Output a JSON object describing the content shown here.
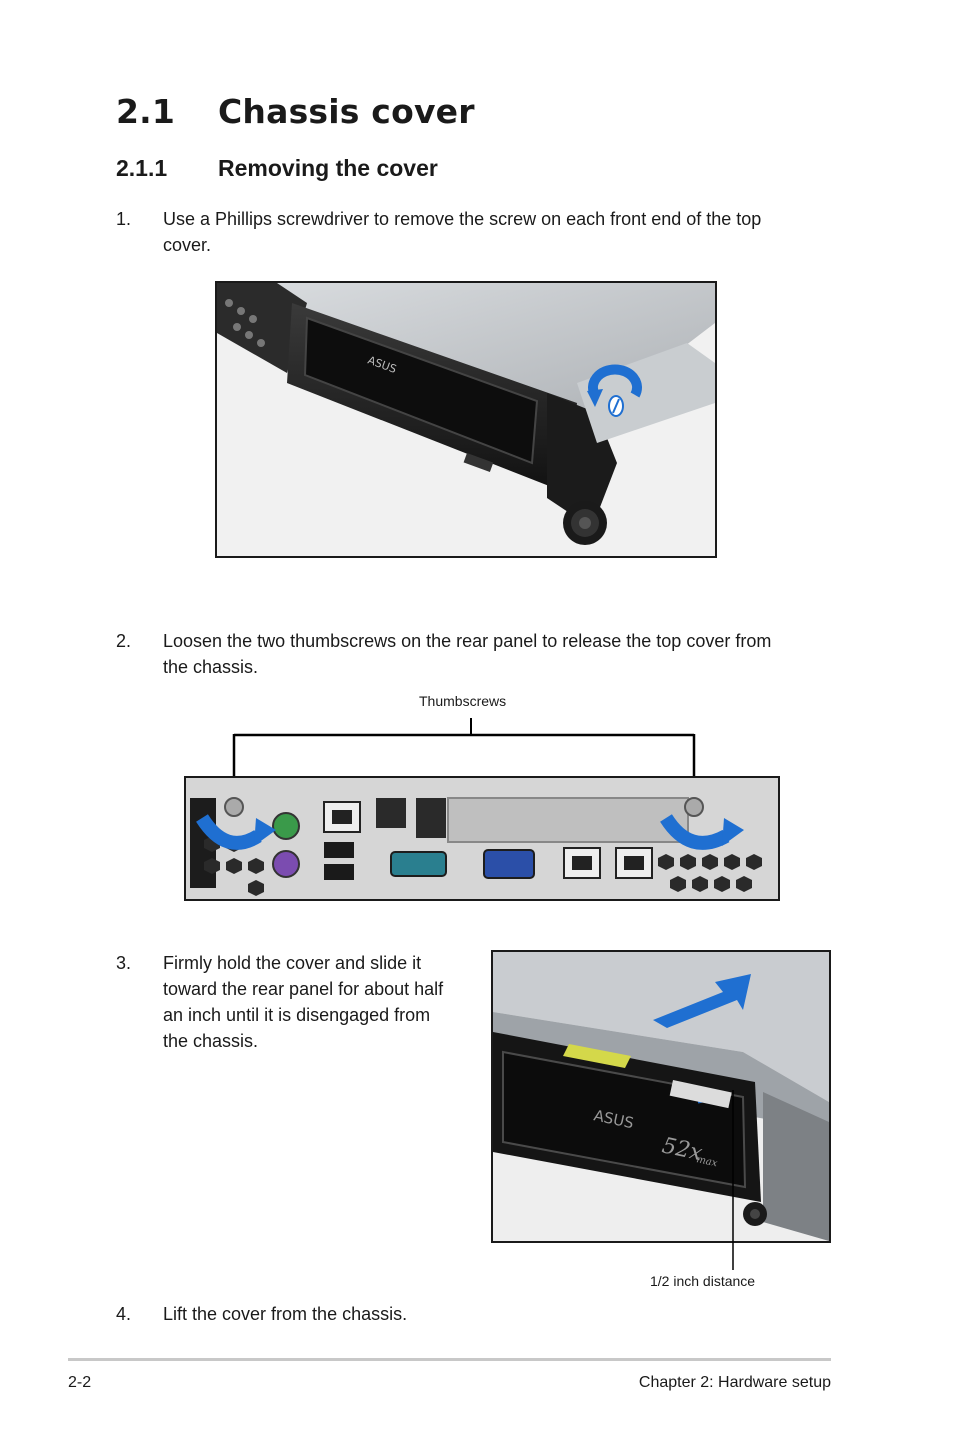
{
  "section": {
    "number": "2.1",
    "title": "Chassis cover"
  },
  "subsection": {
    "number": "2.1.1",
    "title": "Removing the cover"
  },
  "steps": [
    {
      "num": "1.",
      "line1": "Use a Phillips screwdriver to remove the screw on each front end of the top",
      "line2": "cover."
    },
    {
      "num": "2.",
      "line1": "Loosen the two thumbscrews on the rear panel to release the top cover from",
      "line2": "the chassis."
    },
    {
      "num": "3.",
      "lines": [
        "Firmly hold the cover and slide it",
        "toward the rear panel for about half",
        "an inch until it is disengaged from",
        "the chassis."
      ]
    },
    {
      "num": "4.",
      "line1": "Lift the cover from the chassis."
    }
  ],
  "figures": {
    "front": {
      "brand_text": "ASUS"
    },
    "rear": {
      "callout": "Thumbscrews"
    },
    "slide": {
      "brand_text": "ASUS",
      "drive_text": "52x",
      "drive_sub": "max",
      "callout": "1/2 inch distance"
    }
  },
  "footer": {
    "page": "2-2",
    "chapter": "Chapter 2:  Hardware setup"
  },
  "colors": {
    "arrow_blue": "#1f6fd1",
    "rule_gray": "#c8c8c8"
  }
}
